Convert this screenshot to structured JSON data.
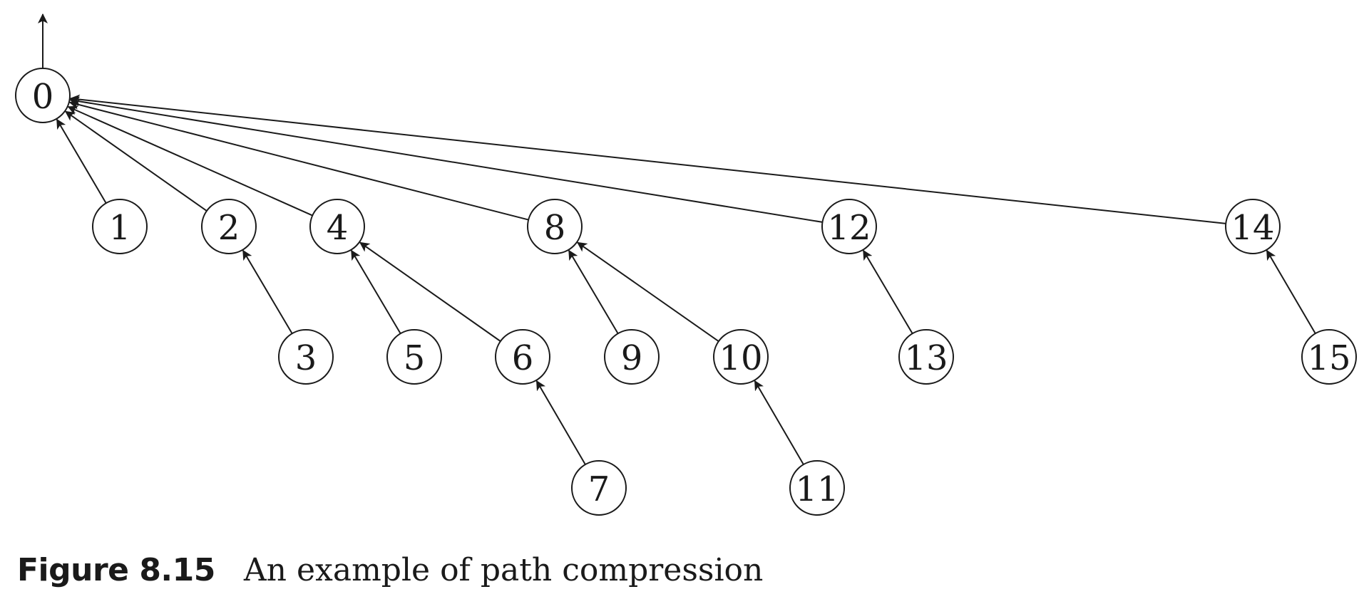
{
  "diagram": {
    "nodes": [
      {
        "id": "0",
        "label": "0"
      },
      {
        "id": "1",
        "label": "1"
      },
      {
        "id": "2",
        "label": "2"
      },
      {
        "id": "3",
        "label": "3"
      },
      {
        "id": "4",
        "label": "4"
      },
      {
        "id": "5",
        "label": "5"
      },
      {
        "id": "6",
        "label": "6"
      },
      {
        "id": "7",
        "label": "7"
      },
      {
        "id": "8",
        "label": "8"
      },
      {
        "id": "9",
        "label": "9"
      },
      {
        "id": "10",
        "label": "10"
      },
      {
        "id": "11",
        "label": "11"
      },
      {
        "id": "12",
        "label": "12"
      },
      {
        "id": "13",
        "label": "13"
      },
      {
        "id": "14",
        "label": "14"
      },
      {
        "id": "15",
        "label": "15"
      }
    ],
    "edges": [
      {
        "from": "1",
        "to": "0"
      },
      {
        "from": "2",
        "to": "0"
      },
      {
        "from": "4",
        "to": "0"
      },
      {
        "from": "8",
        "to": "0"
      },
      {
        "from": "12",
        "to": "0"
      },
      {
        "from": "14",
        "to": "0"
      },
      {
        "from": "3",
        "to": "2"
      },
      {
        "from": "5",
        "to": "4"
      },
      {
        "from": "6",
        "to": "4"
      },
      {
        "from": "7",
        "to": "6"
      },
      {
        "from": "9",
        "to": "8"
      },
      {
        "from": "10",
        "to": "8"
      },
      {
        "from": "11",
        "to": "10"
      },
      {
        "from": "13",
        "to": "12"
      },
      {
        "from": "15",
        "to": "14"
      }
    ],
    "root_pointer": "0"
  },
  "caption": {
    "label": "Figure 8.15",
    "text": "An example of path compression"
  }
}
